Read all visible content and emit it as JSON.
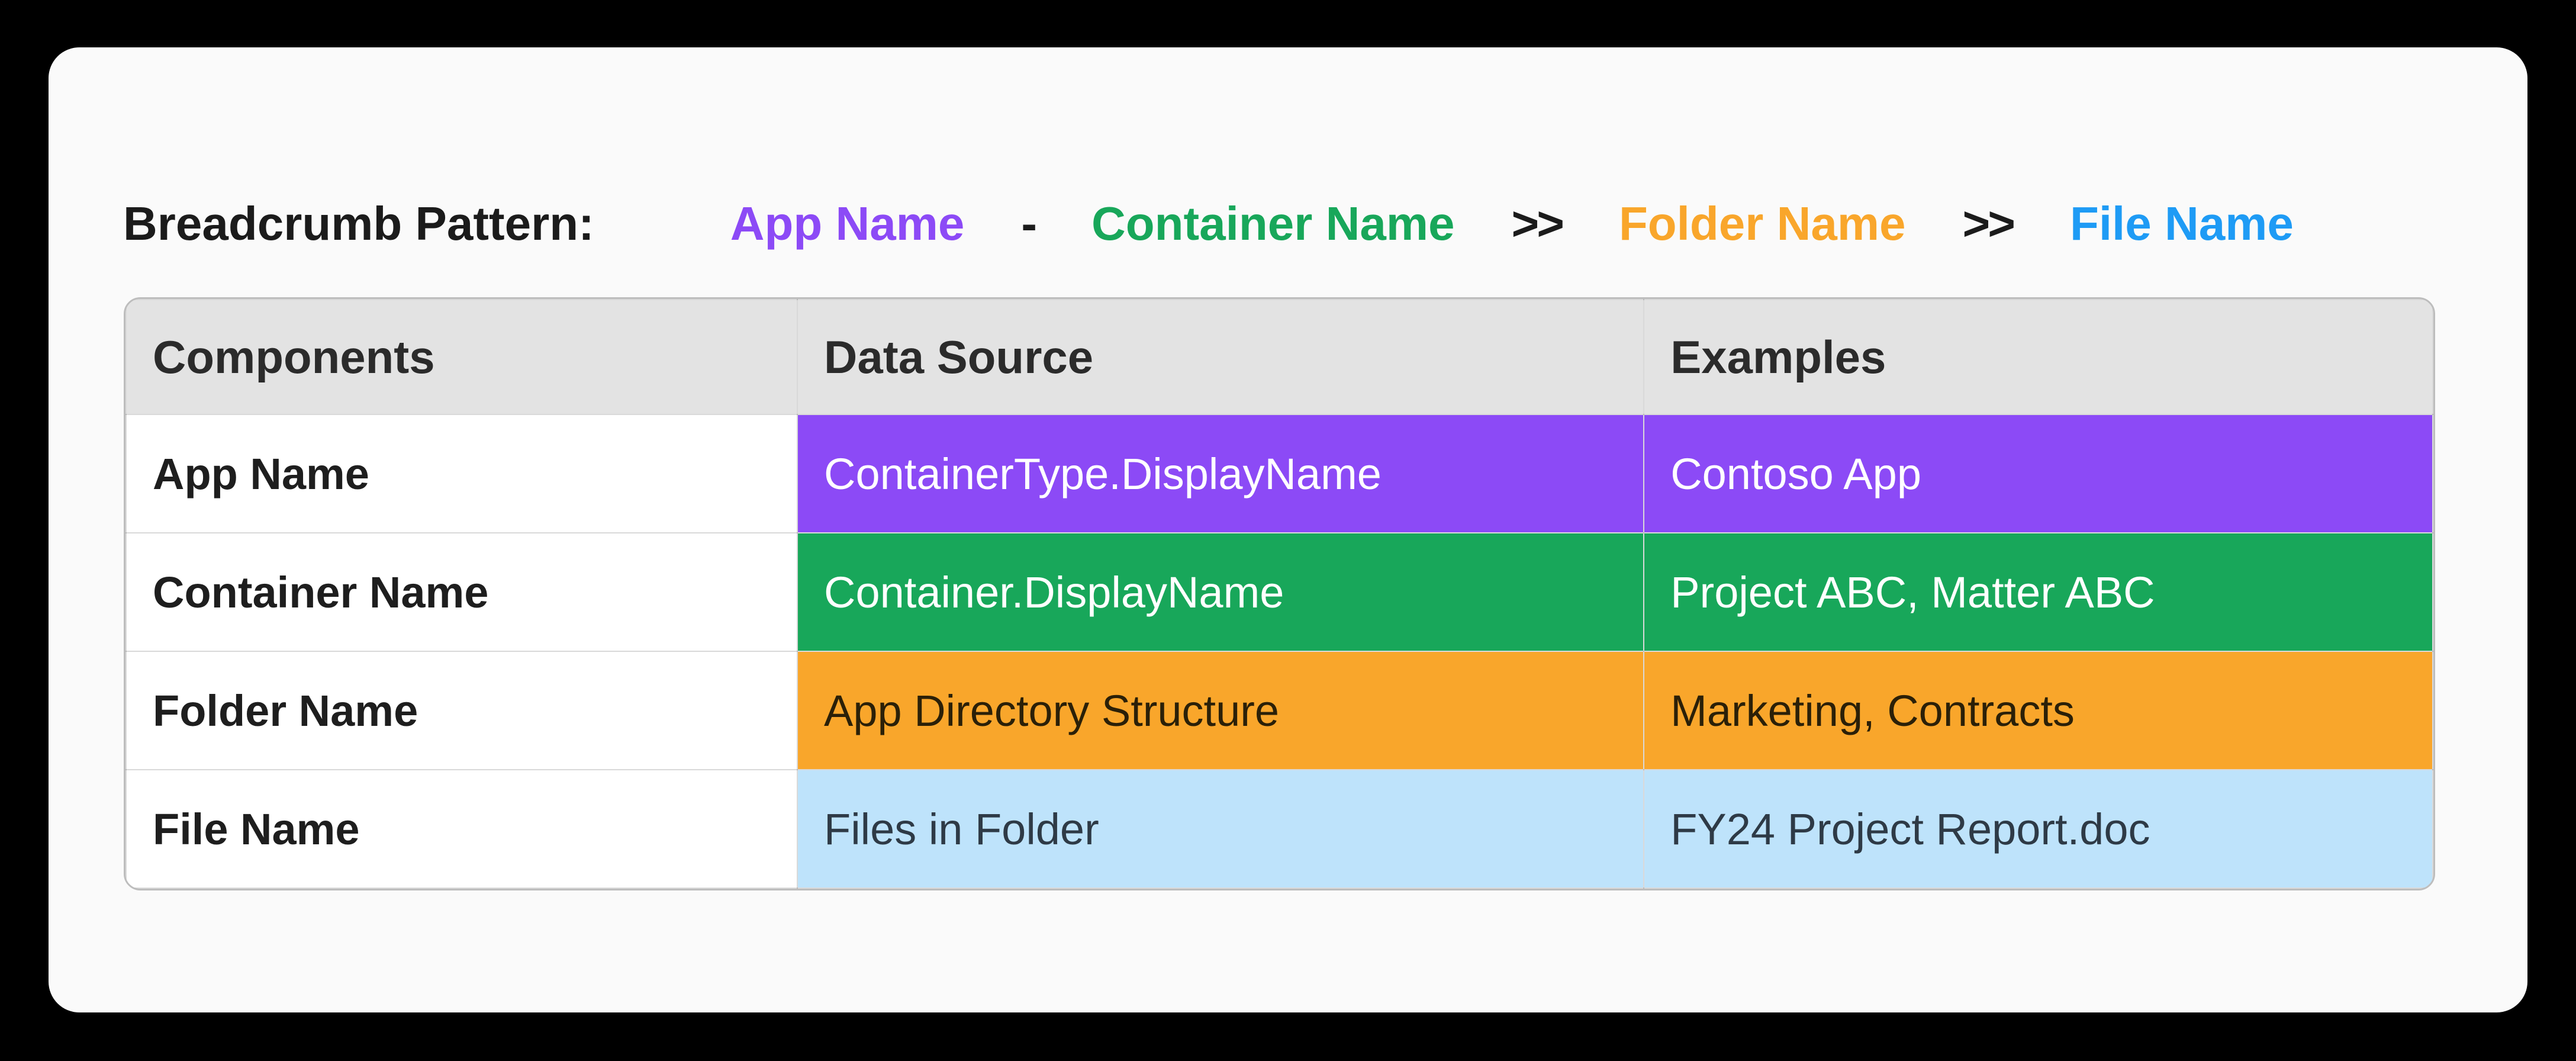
{
  "page": {
    "background_color": "#000000",
    "card_background_color": "#FAFAFA"
  },
  "breadcrumb": {
    "label": "Breadcrumb Pattern:",
    "items": [
      {
        "type": "segment",
        "text": "App Name",
        "color": "#8C4AF6"
      },
      {
        "type": "separator",
        "text": "-",
        "color": "#1B1B1B"
      },
      {
        "type": "segment",
        "text": "Container Name",
        "color": "#18A75A"
      },
      {
        "type": "separator",
        "text": ">>",
        "color": "#1B1B1B"
      },
      {
        "type": "segment",
        "text": "Folder Name",
        "color": "#F9A62B"
      },
      {
        "type": "separator",
        "text": ">>",
        "color": "#1B1B1B"
      },
      {
        "type": "segment",
        "text": "File Name",
        "color": "#1E9BF5"
      }
    ]
  },
  "table": {
    "header_background": "#E3E3E3",
    "header_text_color": "#2B2B2B",
    "headers": [
      "Components",
      "Data Source",
      "Examples"
    ],
    "rows": [
      {
        "component": "App Name",
        "data_source": "ContainerType.DisplayName",
        "examples": "Contoso App",
        "row_background": "#8C4AF6",
        "row_text_color": "#FFFFFF"
      },
      {
        "component": "Container Name",
        "data_source": "Container.DisplayName",
        "examples": "Project ABC, Matter ABC",
        "row_background": "#18A75A",
        "row_text_color": "#FFFFFF"
      },
      {
        "component": "Folder Name",
        "data_source": "App Directory Structure",
        "examples": "Marketing, Contracts",
        "row_background": "#F9A62B",
        "row_text_color": "#2B2008"
      },
      {
        "component": "File Name",
        "data_source": "Files in Folder",
        "examples": "FY24 Project Report.doc",
        "row_background": "#BEE3FB",
        "row_text_color": "#2E3A46"
      }
    ]
  }
}
